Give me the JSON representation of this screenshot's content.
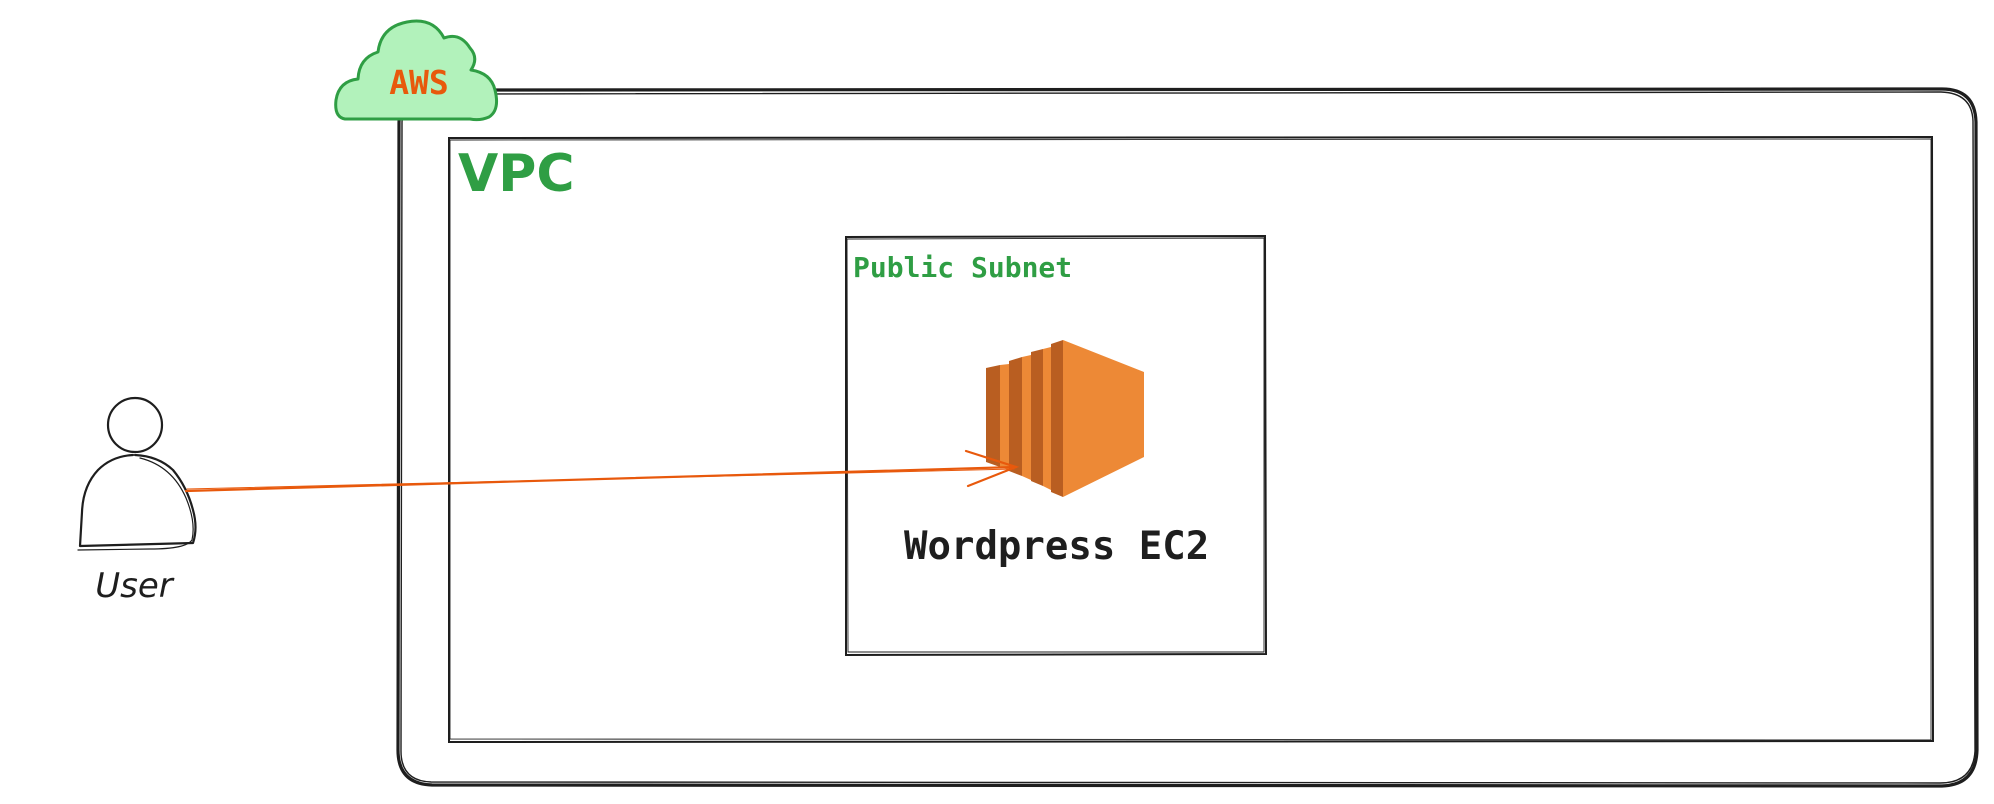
{
  "diagram": {
    "cloud": {
      "label": "AWS",
      "fill": "#b2f2bb",
      "stroke": "#2f9e44",
      "text_color": "#e8590c"
    },
    "vpc": {
      "label": "VPC",
      "color": "#2f9e44"
    },
    "subnet": {
      "label": "Public Subnet",
      "color": "#2f9e44"
    },
    "instance": {
      "label": "Wordpress EC2",
      "icon": "ec2-instance-icon",
      "colors": [
        "#ed8936",
        "#b95e21"
      ]
    },
    "user": {
      "label": "User",
      "icon": "user-icon"
    },
    "connector": {
      "from": "User",
      "to": "Wordpress EC2",
      "color": "#e8590c"
    }
  }
}
